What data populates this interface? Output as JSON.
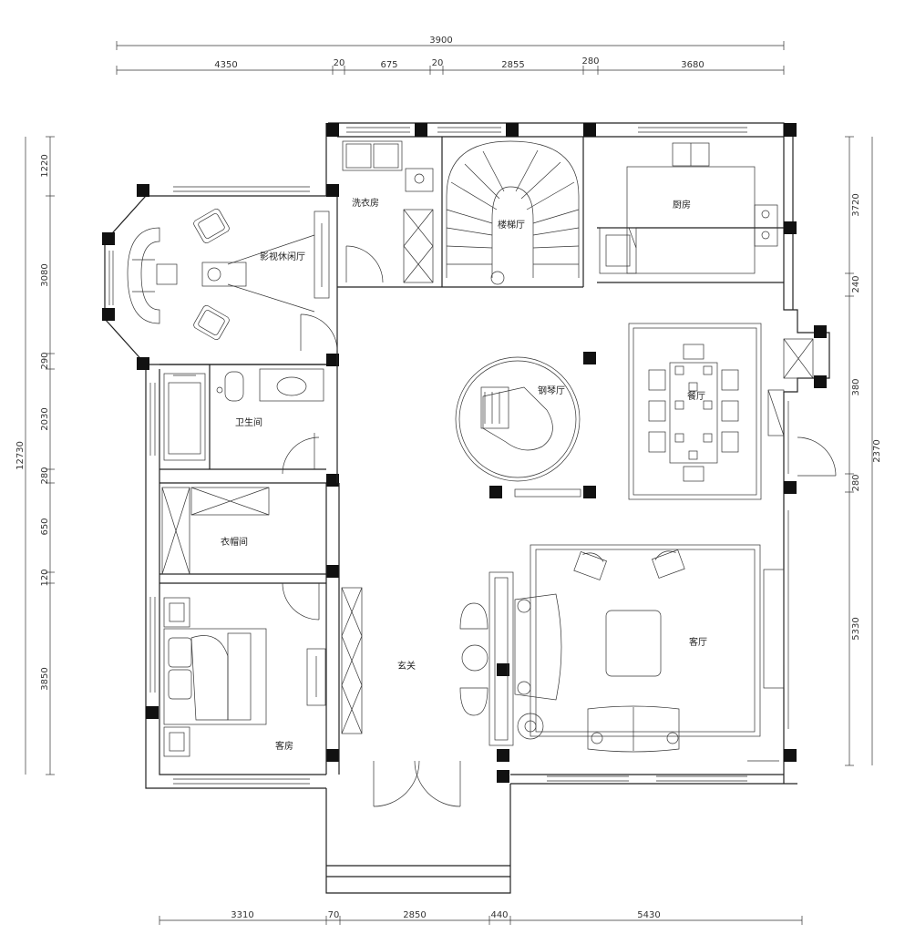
{
  "dimensions": {
    "top_overall": "3900",
    "top_parts": [
      "4350",
      "20",
      "675",
      "20",
      "2855",
      "280",
      "3680"
    ],
    "bottom_parts": [
      "3310",
      "70",
      "2850",
      "440",
      "5430"
    ],
    "left_parts": [
      "1220",
      "3080",
      "290",
      "2030",
      "280",
      "650",
      "120",
      "3850"
    ],
    "left_overall": "12730",
    "right_parts": [
      "3720",
      "240",
      "380",
      "280"
    ],
    "right_overall": "2370",
    "right_lower": "5330"
  },
  "rooms": {
    "laundry": "洗衣房",
    "av_room": "影视休闲厅",
    "stair": "楼梯厅",
    "kitchen": "厨房",
    "piano": "钢琴厅",
    "dining": "餐厅",
    "bath": "卫生间",
    "closet": "衣帽间",
    "bedroom": "客房",
    "foyer": "玄关",
    "living": "客厅"
  }
}
